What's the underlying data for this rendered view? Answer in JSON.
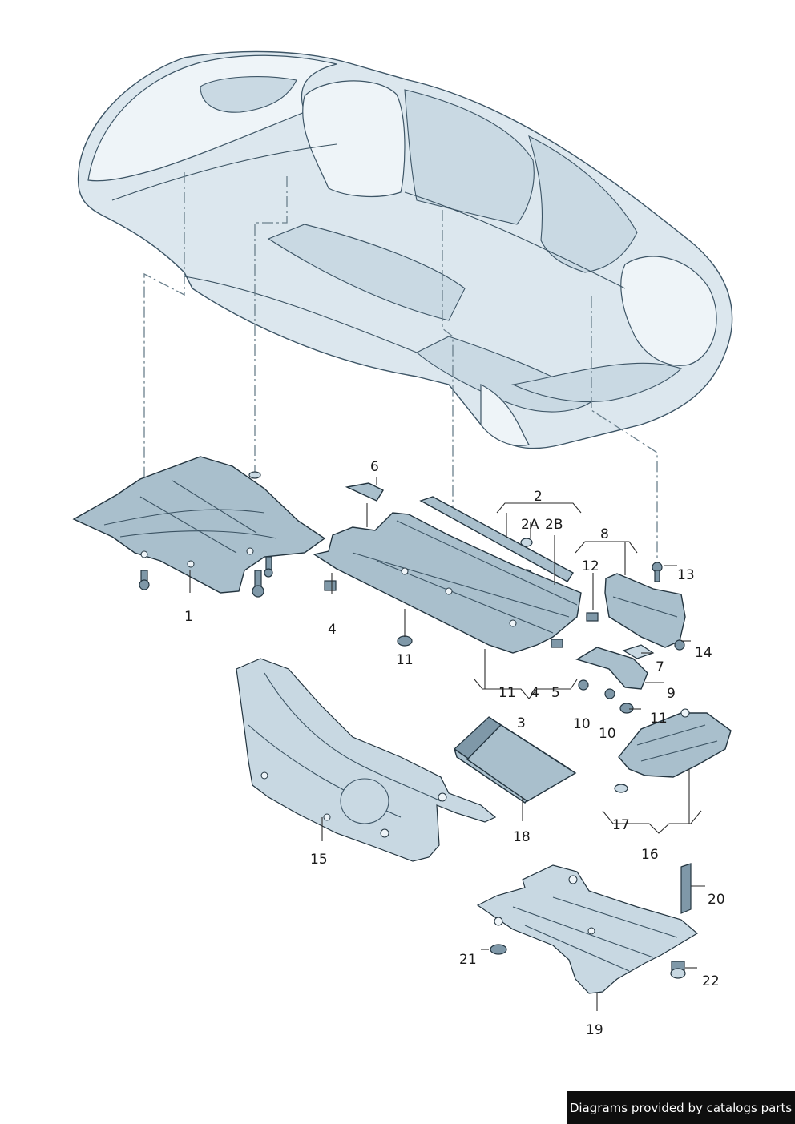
{
  "labels": {
    "l1": "1",
    "l2": "2",
    "l2a": "2A",
    "l2b": "2B",
    "l3": "3",
    "l4a": "4",
    "l4b": "4",
    "l5": "5",
    "l6": "6",
    "l7": "7",
    "l8": "8",
    "l9": "9",
    "l10a": "10",
    "l10b": "10",
    "l11a": "11",
    "l11b": "11",
    "l11c": "11",
    "l12": "12",
    "l13": "13",
    "l14": "14",
    "l15": "15",
    "l16": "16",
    "l17": "17",
    "l18": "18",
    "l19": "19",
    "l20": "20",
    "l21": "21",
    "l22": "22"
  },
  "credit": "Diagrams provided by catalogs parts",
  "colors": {
    "body": "#dce7ee",
    "part": "#a9bfcc",
    "line": "#23343f"
  }
}
